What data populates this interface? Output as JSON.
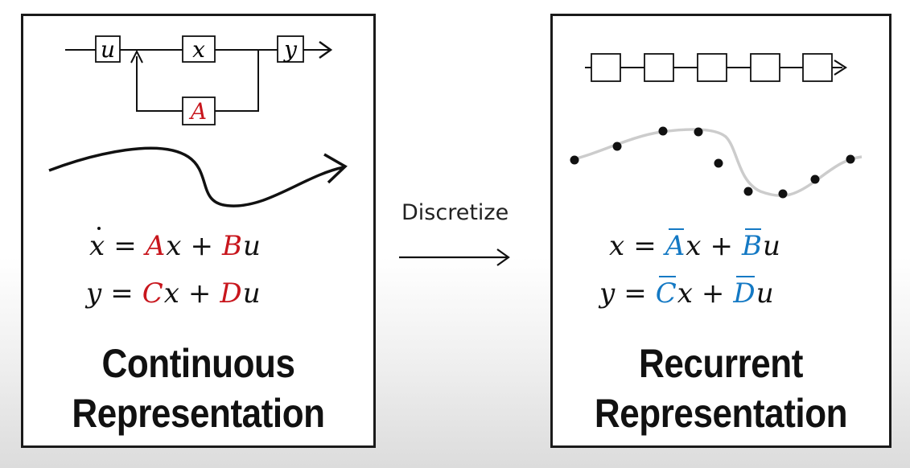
{
  "left": {
    "diagram": {
      "u": "u",
      "x": "x",
      "y": "y",
      "a": "A"
    },
    "eq1": {
      "lhs": "x",
      "eq": "=",
      "a": "A",
      "x": "x",
      "plus": "+",
      "b": "B",
      "u": "u"
    },
    "eq2": {
      "lhs": "y",
      "eq": "=",
      "c": "C",
      "x": "x",
      "plus": "+",
      "d": "D",
      "u": "u"
    },
    "title_line1": "Continuous",
    "title_line2": "Representation"
  },
  "middle": {
    "label": "Discretize"
  },
  "right": {
    "eq1": {
      "lhs": "x",
      "eq": "=",
      "a": "A",
      "x": "x",
      "plus": "+",
      "b": "B",
      "u": "u"
    },
    "eq2": {
      "lhs": "y",
      "eq": "=",
      "c": "C",
      "x": "x",
      "plus": "+",
      "d": "D",
      "u": "u"
    },
    "title_line1": "Recurrent",
    "title_line2": "Representation"
  },
  "colors": {
    "continuous_params": "#c8161d",
    "discrete_params": "#1479c4",
    "curve_gray": "#cccccc"
  }
}
